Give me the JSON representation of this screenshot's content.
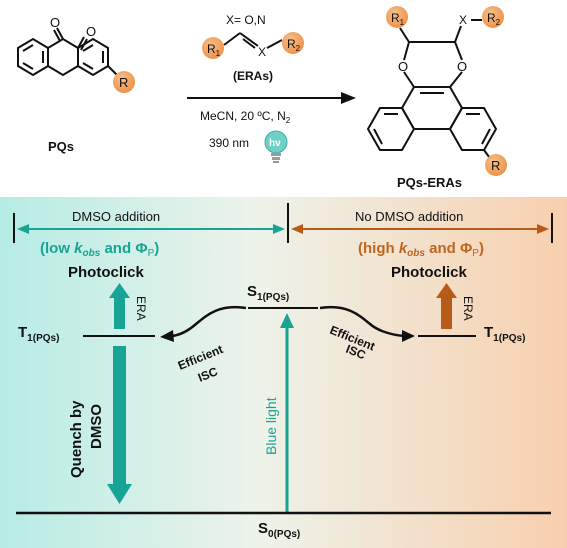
{
  "reaction": {
    "x_def": "X= O,N",
    "reagent_r1": "R",
    "reagent_r1_sub": "1",
    "reagent_x": "X",
    "reagent_r2": "R",
    "reagent_r2_sub": "2",
    "reagent_name": "(ERAs)",
    "conditions_solvent": "MeCN, 20 ºC, N",
    "conditions_solvent_sub": "2",
    "conditions_light": "390 nm",
    "light_symbol": "hν",
    "start_label": "PQs",
    "start_r": "R",
    "product_label": "PQs-ERAs",
    "product_r1": "R",
    "product_r1_sub": "1",
    "product_r2": "R",
    "product_r2_sub": "2",
    "product_x": "X",
    "product_r": "R",
    "oxygen": "O"
  },
  "diagram": {
    "left_header": "DMSO addition",
    "right_header": "No DMSO addition",
    "left_rate_open": "(low ",
    "left_rate_k": "k",
    "left_rate_obs": "obs",
    "left_rate_and": " and ",
    "left_rate_phi": "Φ",
    "left_rate_p": "P",
    "left_rate_close": ")",
    "right_rate_open": "(high ",
    "right_rate_k": "k",
    "right_rate_obs": "obs",
    "right_rate_and": " and ",
    "right_rate_phi": "Φ",
    "right_rate_p": "P",
    "right_rate_close": ")",
    "left_photoclick": "Photoclick",
    "right_photoclick": "Photoclick",
    "era_left": "ERA",
    "era_right": "ERA",
    "s1_main": "S",
    "s1_sub": "1(PQs)",
    "t1_left_main": "T",
    "t1_left_sub": "1(PQs)",
    "t1_right_main": "T",
    "t1_right_sub": "1(PQs)",
    "s0_main": "S",
    "s0_sub": "0(PQs)",
    "isc_left_1": "Efficient",
    "isc_left_2": "ISC",
    "isc_right_1": "Efficient",
    "isc_right_2": "ISC",
    "quench_1": "Quench by",
    "quench_2": "DMSO",
    "blue_light": "Blue light"
  },
  "colors": {
    "teal": "#17a495",
    "orange_text": "#c0651f",
    "orange_arrow": "#b85a18",
    "substituent": "#f0a062"
  }
}
